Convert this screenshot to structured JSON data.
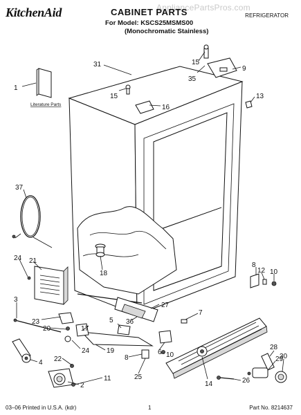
{
  "header": {
    "brand": "KitchenAid",
    "title": "CABINET PARTS",
    "model_line": "For Model: KSCS25MSMS00",
    "subtitle": "(Monochromatic Stainless)",
    "category": "REFRIGERATOR",
    "watermark": "AppliancePartsPros.com"
  },
  "literature_label": "Literature Parts",
  "callouts": [
    "1",
    "2",
    "3",
    "4",
    "5",
    "6",
    "7",
    "8",
    "9",
    "10",
    "11",
    "12",
    "13",
    "14",
    "15",
    "16",
    "17",
    "18",
    "19",
    "20",
    "21",
    "22",
    "23",
    "24",
    "25",
    "26",
    "27",
    "28",
    "29",
    "30",
    "31",
    "35",
    "36",
    "37"
  ],
  "labels": {
    "c31": "31",
    "c15a": "15",
    "c35": "35",
    "c9": "9",
    "c15b": "15",
    "c16": "16",
    "c13": "13",
    "c1": "1",
    "c37": "37",
    "c24a": "24",
    "c21": "21",
    "c18": "18",
    "c8a": "8",
    "c12": "12",
    "c10a": "10",
    "c3": "3",
    "c23": "23",
    "c27": "27",
    "c7": "7",
    "c20": "20",
    "c17": "17",
    "c5": "5",
    "c36": "36",
    "c24b": "24",
    "c19": "19",
    "c6": "6",
    "c10b": "10",
    "c8b": "8",
    "c4": "4",
    "c22": "22",
    "c11": "11",
    "c2": "2",
    "c25": "25",
    "c14": "14",
    "c26": "26",
    "c28": "28",
    "c29": "29",
    "c30": "30"
  },
  "footer": {
    "printed": "03–06 Printed in U.S.A. (kdr)",
    "page": "1",
    "part_no": "Part No. 8214637"
  }
}
